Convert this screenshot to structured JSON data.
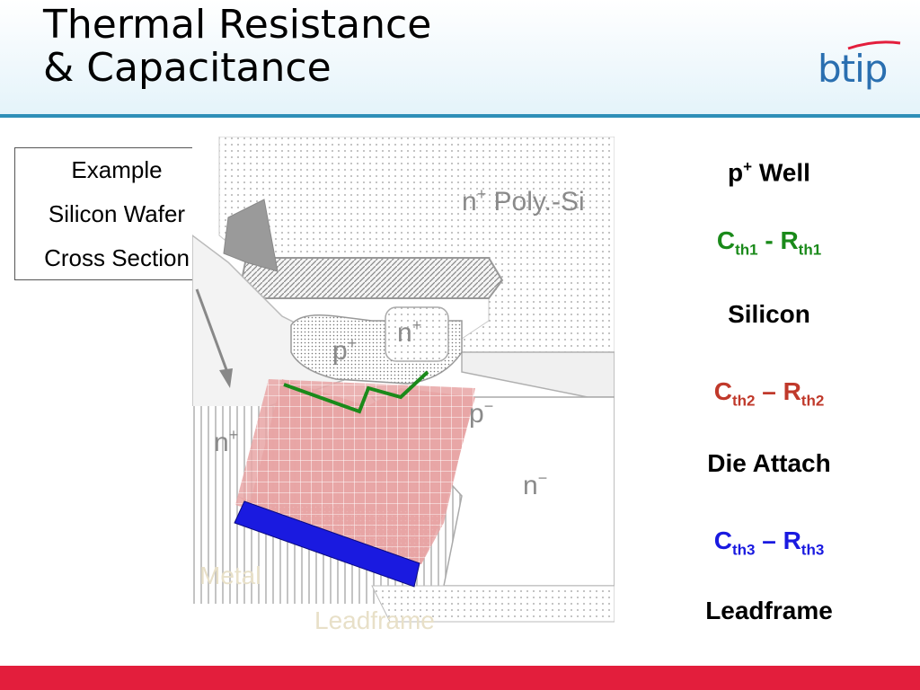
{
  "title": {
    "line1": "Thermal Resistance",
    "line2": "& Capacitance"
  },
  "logo": {
    "text": "btip"
  },
  "example_box": {
    "line1": "Example",
    "line2": "Silicon Wafer",
    "line3": "Cross Section"
  },
  "diagram": {
    "poly_label": "n",
    "poly_sup": "+",
    "poly_suffix": " Poly.-Si",
    "p_plus": "p",
    "n_plus_top": "n",
    "n_plus_left": "n",
    "p_minus": "p",
    "n_minus": "n",
    "plus_sign": "+",
    "minus_sign": "−",
    "metal_label": "Metal",
    "leadframe_label": "Leadframe"
  },
  "layers": {
    "p_well": {
      "main": "p",
      "sup": "+",
      "rest": " Well"
    },
    "cth1": {
      "c": "C",
      "csub": "th1",
      "sep": " - R",
      "rsub": "th1"
    },
    "silicon": "Silicon",
    "cth2": {
      "c": "C",
      "csub": "th2",
      "sep": " – R",
      "rsub": "th2"
    },
    "die_attach": "Die Attach",
    "cth3": {
      "c": "C",
      "csub": "th3",
      "sep": " – R",
      "rsub": "th3"
    },
    "leadframe": "Leadframe"
  },
  "colors": {
    "green": "#1a8a1a",
    "red": "#c0392b",
    "blue": "#1a1ae0",
    "footer": "#e31e3c",
    "header_rule": "#2f8fb8",
    "logo": "#2a6fb0"
  }
}
